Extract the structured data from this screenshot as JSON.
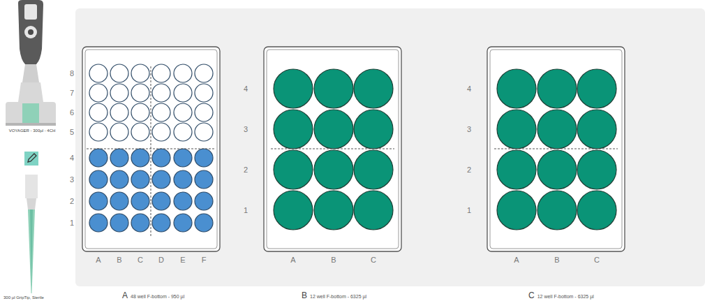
{
  "diagram": {
    "nodes": [
      {
        "text": [
          "A",
          "48 well F-bottom - 950 µl"
        ]
      },
      {
        "text": [
          "B",
          "12 well F-bottom - 6325 µl"
        ]
      },
      {
        "text": [
          "C",
          "12 well F-bottom - 6325 µl"
        ]
      }
    ],
    "labels": [
      "VOYAGER - 300µl - 4CH",
      "300 µl GripTip, Sterile",
      "8",
      "7",
      "6",
      "5",
      "4",
      "3",
      "2",
      "1",
      "A",
      "B",
      "C",
      "D",
      "E",
      "F",
      "4",
      "3",
      "2",
      "1",
      "A",
      "B",
      "C",
      "4",
      "3",
      "2",
      "1",
      "A",
      "B",
      "C"
    ]
  }
}
